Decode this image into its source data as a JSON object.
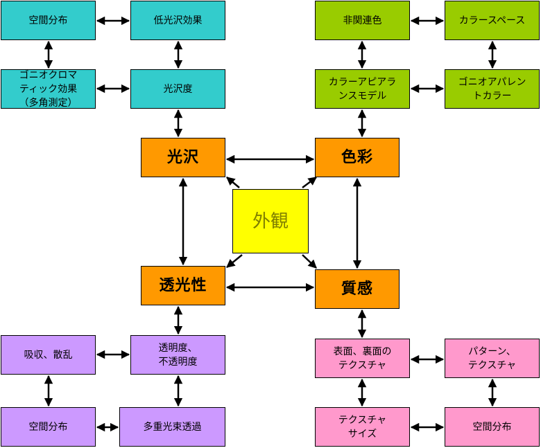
{
  "center": {
    "label": "外観"
  },
  "categories": {
    "gloss": "光沢",
    "color": "色彩",
    "translucency": "透光性",
    "texture": "質感"
  },
  "gloss_group": {
    "spatial_distribution": "空間分布",
    "low_gloss_effect": "低光沢効果",
    "goniochromatic_effect": "ゴニオクロマ\nティック効果\n（多角測定）",
    "glossiness": "光沢度"
  },
  "color_group": {
    "unrelated_color": "非関連色",
    "color_space": "カラースペース",
    "color_appearance_model": "カラーアピアラ\nンスモデル",
    "goniopparent_color": "ゴニオアパレン\nトカラー"
  },
  "translucency_group": {
    "absorption_scattering": "吸収、散乱",
    "transparency_opacity": "透明度、\n不透明度",
    "spatial_distribution": "空間分布",
    "multiple_beam_transmission": "多重光束透過"
  },
  "texture_group": {
    "surface_texture": "表面、裏面の\nテクスチャ",
    "pattern_texture": "パターン、\nテクスチャ",
    "texture_size": "テクスチャ\nサイズ",
    "spatial_distribution": "空間分布"
  },
  "colors": {
    "teal": "#33cccc",
    "green": "#99cc00",
    "purple": "#cc99ff",
    "pink": "#ff99cc",
    "orange": "#ff9900",
    "center": "#ffff00"
  }
}
